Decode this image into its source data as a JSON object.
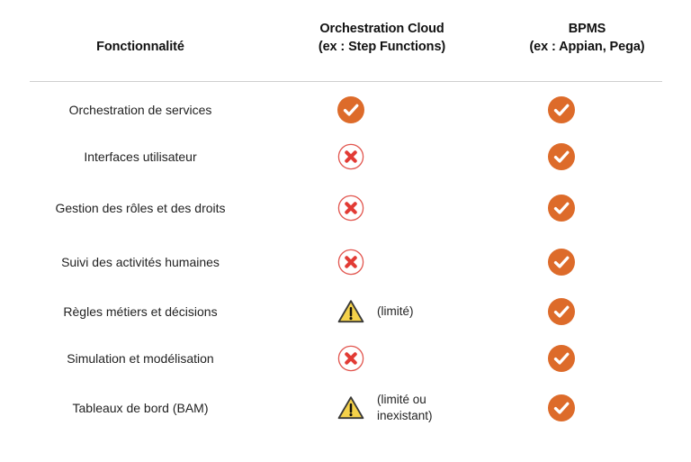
{
  "table": {
    "headers": {
      "feature": "Fonctionnalité",
      "orchestration_line1": "Orchestration Cloud",
      "orchestration_line2": "(ex : Step Functions)",
      "bpms_line1": "BPMS",
      "bpms_line2": "(ex : Appian, Pega)"
    },
    "rows": [
      {
        "feature": "Orchestration de services",
        "orchestration": {
          "icon": "check-circle-icon",
          "note": ""
        },
        "bpms": {
          "icon": "check-circle-icon",
          "note": ""
        }
      },
      {
        "feature": "Interfaces utilisateur",
        "orchestration": {
          "icon": "cross-circle-icon",
          "note": ""
        },
        "bpms": {
          "icon": "check-circle-icon",
          "note": ""
        }
      },
      {
        "feature": "Gestion des rôles et des droits",
        "orchestration": {
          "icon": "cross-circle-icon",
          "note": ""
        },
        "bpms": {
          "icon": "check-circle-icon",
          "note": ""
        }
      },
      {
        "feature": "Suivi des activités humaines",
        "orchestration": {
          "icon": "cross-circle-icon",
          "note": ""
        },
        "bpms": {
          "icon": "check-circle-icon",
          "note": ""
        }
      },
      {
        "feature": "Règles métiers et décisions",
        "orchestration": {
          "icon": "warning-triangle-icon",
          "note": "(limité)"
        },
        "bpms": {
          "icon": "check-circle-icon",
          "note": ""
        }
      },
      {
        "feature": "Simulation et modélisation",
        "orchestration": {
          "icon": "cross-circle-icon",
          "note": ""
        },
        "bpms": {
          "icon": "check-circle-icon",
          "note": ""
        }
      },
      {
        "feature": "Tableaux de bord (BAM)",
        "orchestration": {
          "icon": "warning-triangle-icon",
          "note": "(limité ou\ninexistant)"
        },
        "bpms": {
          "icon": "check-circle-icon",
          "note": ""
        }
      }
    ]
  },
  "colors": {
    "check_orange": "#DD6B2A",
    "cross_red": "#E23B35",
    "warning_yellow": "#F5D24A",
    "warning_outline": "#3A3A38",
    "divider_gray": "#CFCFCF",
    "text": "#222222",
    "background": "#FFFFFF"
  }
}
